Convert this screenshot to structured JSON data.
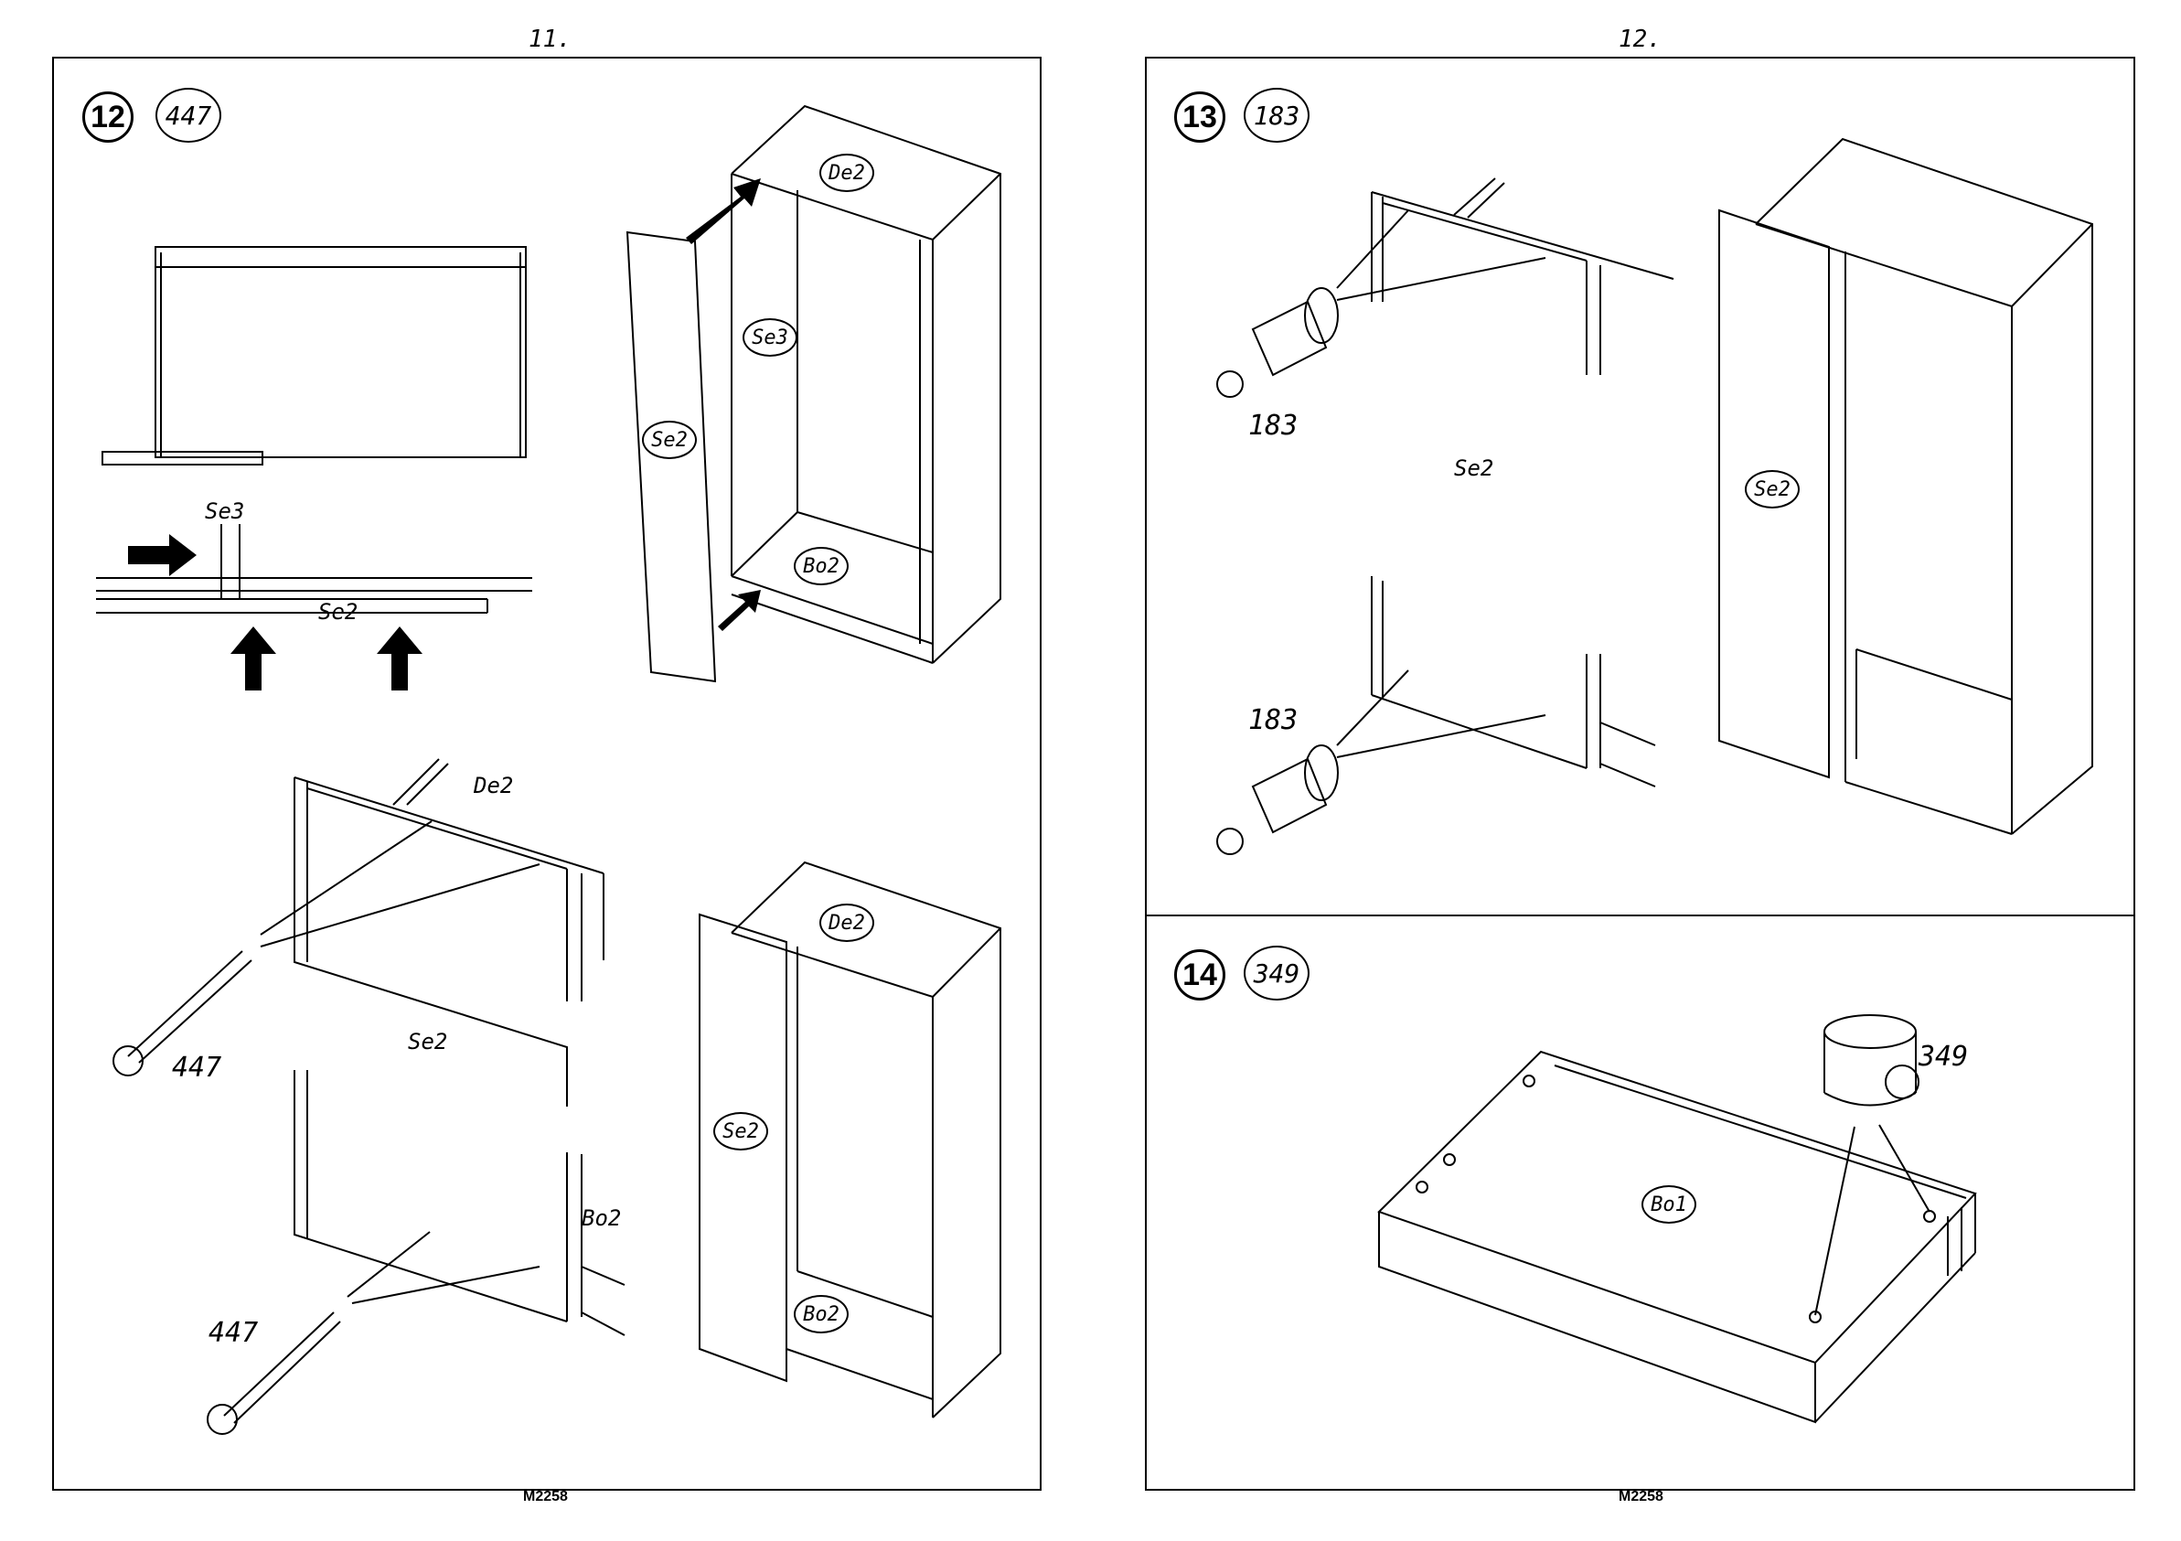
{
  "left_page": {
    "number": "11.",
    "footer_code": "M2258",
    "step": {
      "number": "12",
      "quantity": "447",
      "labels": {
        "se3_detail": "Se3",
        "se2_detail": "Se2",
        "de2_top": "De2",
        "se3_cabinet": "Se3",
        "se2_panel": "Se2",
        "bo2_cabinet": "Bo2",
        "de2_panel": "De2",
        "se2_panel_center": "Se2",
        "bo2_panel": "Bo2",
        "screw_upper": "447",
        "screw_lower": "447",
        "de2_final": "De2",
        "se2_final": "Se2",
        "bo2_final": "Bo2"
      }
    }
  },
  "right_page": {
    "number": "12.",
    "footer_code": "M2258",
    "step13": {
      "number": "13",
      "quantity": "183",
      "labels": {
        "dowel_upper": "183",
        "dowel_lower": "183",
        "se2_panel": "Se2",
        "se2_cabinet": "Se2"
      }
    },
    "step14": {
      "number": "14",
      "quantity": "349",
      "labels": {
        "cam_lock": "349",
        "bo1_panel": "Bo1"
      }
    }
  }
}
